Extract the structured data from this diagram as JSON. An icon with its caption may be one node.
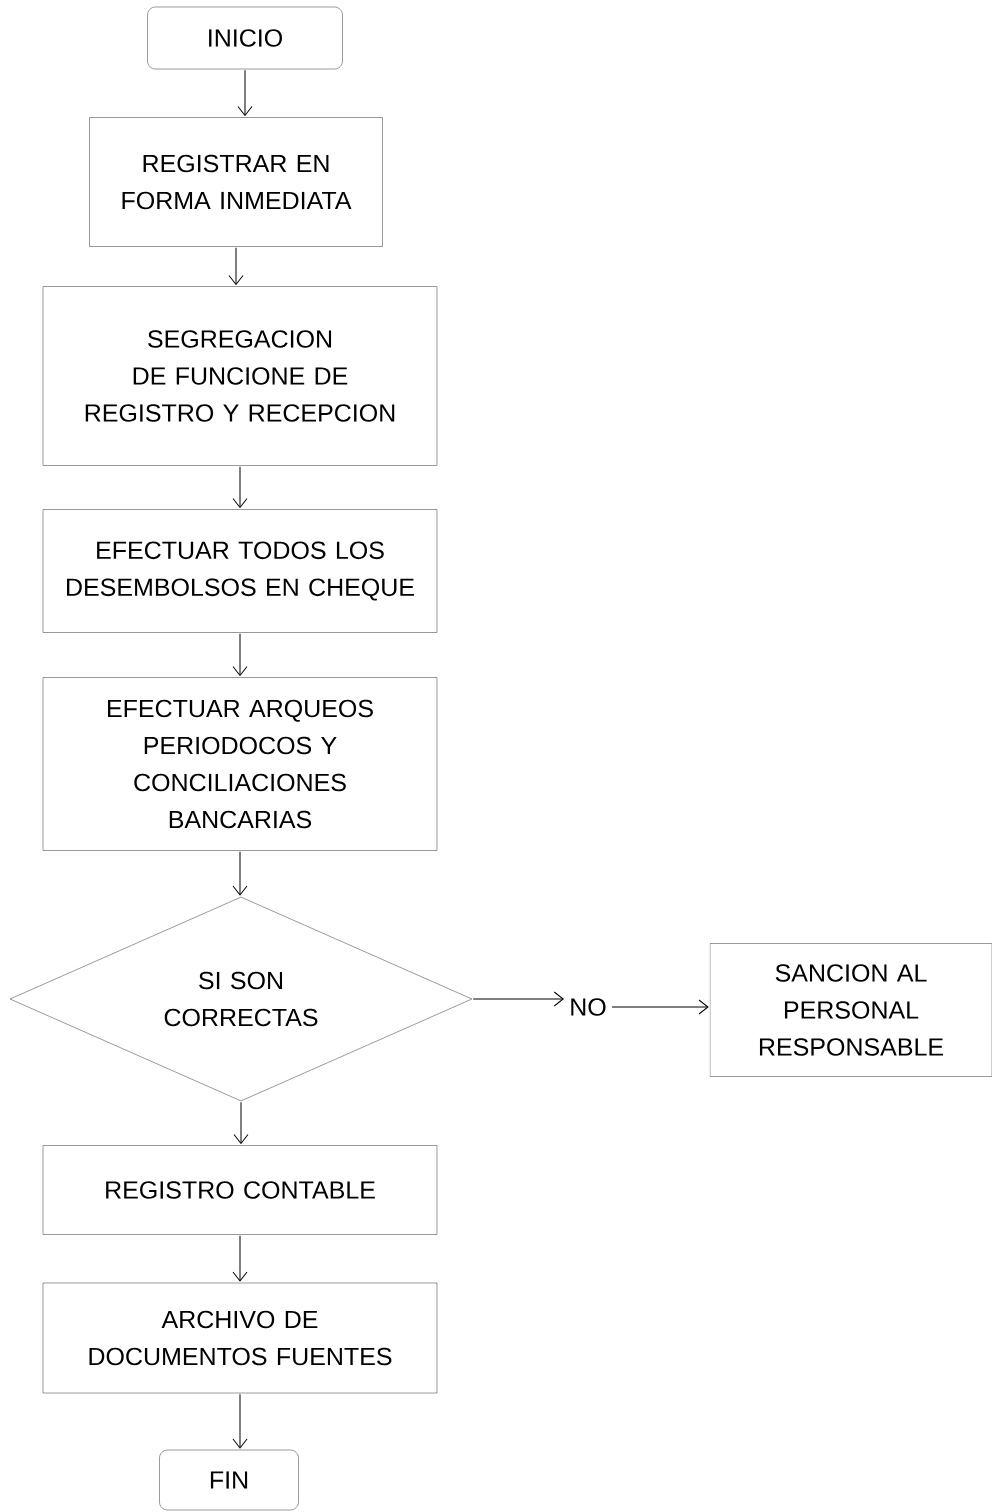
{
  "diagram": {
    "nodes": [
      {
        "text": [
          "INICIO"
        ]
      },
      {
        "text": [
          "REGISTRAR EN FORMA INMEDIATA"
        ]
      },
      {
        "text": [
          "SEGREGACION DE FUNCIONE DE REGISTRO Y RECEPCION"
        ]
      },
      {
        "text": [
          "EFECTUAR TODOS LOS DESEMBOLSOS EN CHEQUE"
        ]
      },
      {
        "text": [
          "EFECTUAR ARQUEOS PERIODOCOS Y CONCILIACIONES BANCARIAS"
        ]
      },
      {
        "text": [
          "SI SON CORRECTAS"
        ]
      },
      {
        "text": [
          "NO"
        ]
      },
      {
        "text": [
          "SANCION AL PERSONAL RESPONSABLE"
        ]
      },
      {
        "text": [
          "REGISTRO CONTABLE"
        ]
      },
      {
        "text": [
          "ARCHIVO DE DOCUMENTOS FUENTES"
        ]
      },
      {
        "text": [
          "FIN"
        ]
      }
    ],
    "edges": [
      {
        "from": 0,
        "to": 1,
        "arrow": "to"
      },
      {
        "from": 1,
        "to": 2,
        "arrow": "to"
      },
      {
        "from": 2,
        "to": 3,
        "arrow": "to"
      },
      {
        "from": 3,
        "to": 4,
        "arrow": "to"
      },
      {
        "from": 4,
        "to": 5,
        "arrow": "to"
      },
      {
        "from": 5,
        "to": 6,
        "arrow": "to"
      },
      {
        "from": 6,
        "to": 7,
        "arrow": "to"
      },
      {
        "from": 5,
        "to": 8,
        "arrow": "to"
      },
      {
        "from": 8,
        "to": 9,
        "arrow": "to"
      },
      {
        "from": 9,
        "to": 10,
        "arrow": "to"
      }
    ]
  }
}
